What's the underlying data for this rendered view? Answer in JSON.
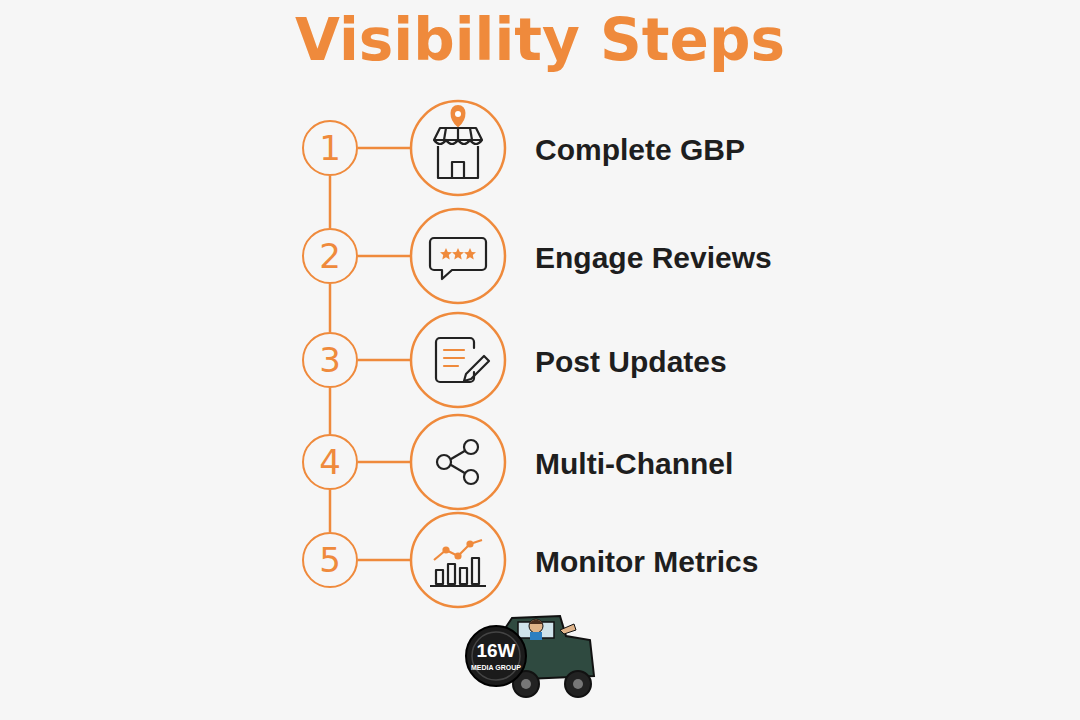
{
  "diagram": {
    "title": "Visibility Steps",
    "nodes": [
      {
        "text": [
          "1"
        ]
      },
      {
        "text": [
          "2"
        ]
      },
      {
        "text": [
          "3"
        ]
      },
      {
        "text": [
          "4"
        ]
      },
      {
        "text": [
          "5"
        ]
      }
    ],
    "edges": [
      {
        "from": 0,
        "to": 1,
        "arrow": "none"
      },
      {
        "from": 1,
        "to": 2,
        "arrow": "none"
      },
      {
        "from": 2,
        "to": 3,
        "arrow": "none"
      },
      {
        "from": 3,
        "to": 4,
        "arrow": "none"
      }
    ],
    "labels": [
      "Complete GBP",
      "Engage Reviews",
      "Post Updates",
      "Multi-Channel",
      "Monitor Metrics",
      "16W",
      "MEDIA GROUP"
    ]
  }
}
